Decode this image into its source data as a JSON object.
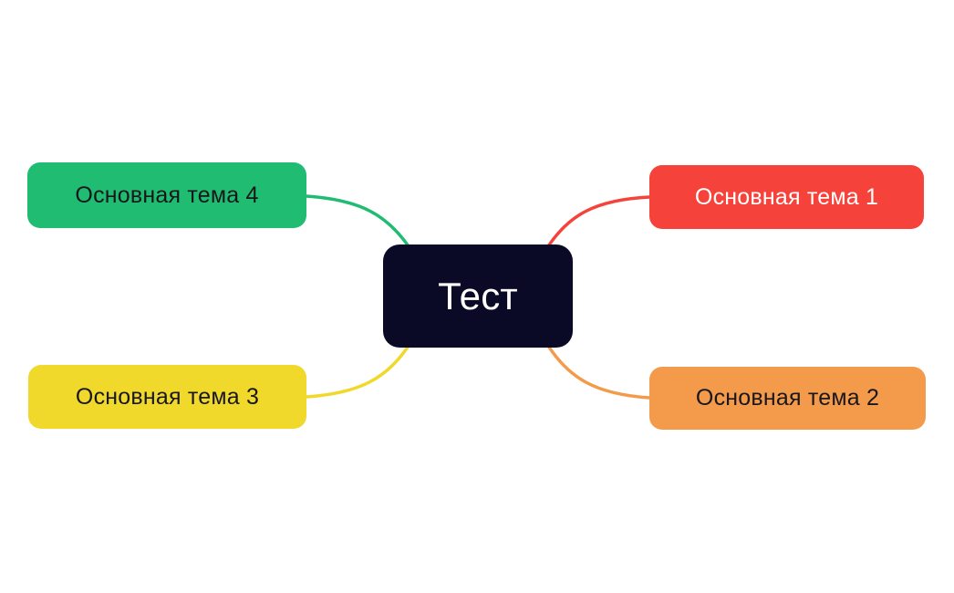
{
  "central": {
    "label": "Тест",
    "bg": "#0B0A26",
    "text_color": "#FFFFFF"
  },
  "nodes": [
    {
      "id": "topic-1",
      "label": "Основная тема 1",
      "bg": "#F5433B",
      "text_color": "#FFFFFF",
      "position": "top-right"
    },
    {
      "id": "topic-2",
      "label": "Основная тема 2",
      "bg": "#F39B4B",
      "text_color": "#17171C",
      "position": "bottom-right"
    },
    {
      "id": "topic-3",
      "label": "Основная тема 3",
      "bg": "#F0D92B",
      "text_color": "#17171C",
      "position": "bottom-left"
    },
    {
      "id": "topic-4",
      "label": "Основная тема 4",
      "bg": "#1FBC72",
      "text_color": "#17171C",
      "position": "top-left"
    }
  ]
}
